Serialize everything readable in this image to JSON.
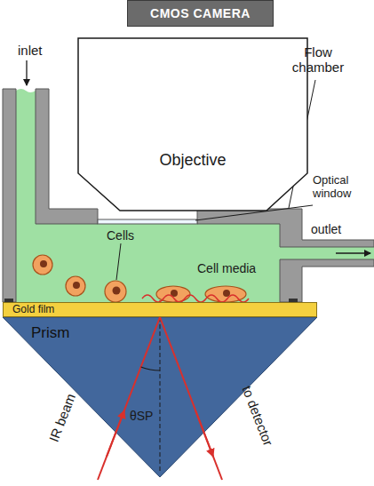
{
  "diagram": {
    "nodes": [
      {
        "text": [
          "CMOS CAMERA"
        ]
      },
      {
        "text": [
          "Objective"
        ]
      },
      {
        "text": [
          "Gold film"
        ]
      },
      {
        "text": [
          "Prism"
        ]
      }
    ],
    "labels": [
      "inlet",
      "Flow chamber",
      "Optical window",
      "Cells",
      "outlet",
      "Cell media",
      "IR beam",
      "to detector",
      "θSP"
    ]
  }
}
